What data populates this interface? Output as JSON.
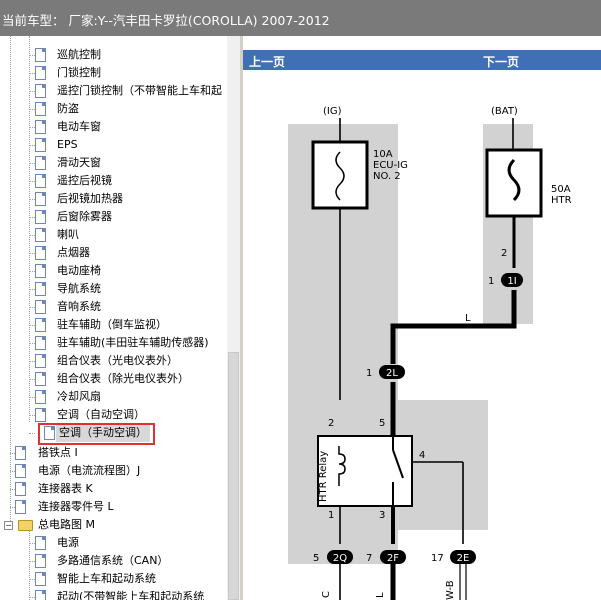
{
  "header": {
    "label": "当前车型：",
    "model": "厂家:Y--汽丰田卡罗拉(COROLLA) 2007-2012"
  },
  "tree": {
    "items": [
      {
        "label": "巡航控制"
      },
      {
        "label": "门锁控制"
      },
      {
        "label": "遥控门锁控制（不带智能上车和起"
      },
      {
        "label": "防盗"
      },
      {
        "label": "电动车窗"
      },
      {
        "label": "EPS"
      },
      {
        "label": "滑动天窗"
      },
      {
        "label": "遥控后视镜"
      },
      {
        "label": "后视镜加热器"
      },
      {
        "label": "后窗除雾器"
      },
      {
        "label": "喇叭"
      },
      {
        "label": "点烟器"
      },
      {
        "label": "电动座椅"
      },
      {
        "label": "导航系统"
      },
      {
        "label": "音响系统"
      },
      {
        "label": "驻车辅助（倒车监视）"
      },
      {
        "label": "驻车辅助(丰田驻车辅助传感器)"
      },
      {
        "label": "组合仪表（光电仪表外）"
      },
      {
        "label": "组合仪表（除光电仪表外）"
      },
      {
        "label": "冷却风扇"
      },
      {
        "label": "空调（自动空调）"
      },
      {
        "label": "空调（手动空调）"
      }
    ],
    "sections": [
      {
        "label": "搭铁点 I"
      },
      {
        "label": "电源（电流流程图）J"
      },
      {
        "label": "连接器表 K"
      },
      {
        "label": "连接器零件号 L"
      },
      {
        "label": "总电路图 M"
      }
    ],
    "subitems": [
      {
        "label": "电源"
      },
      {
        "label": "多路通信系统（CAN）"
      },
      {
        "label": "智能上车和起动系统"
      },
      {
        "label": "起动(不带智能上车和起动系统"
      }
    ]
  },
  "nav": {
    "prev": "上一页",
    "next": "下一页"
  },
  "diagram": {
    "ig": "(IG)",
    "bat": "(BAT)",
    "fuse_ig": [
      "10A",
      "ECU-IG",
      "NO. 2"
    ],
    "fuse_htr": [
      "50A",
      "HTR"
    ],
    "relay": "HTR Relay",
    "connectors": {
      "c1i": "1I",
      "c2l": "2L",
      "c2q": "2Q",
      "c2f": "2F",
      "c2e": "2E"
    },
    "pins": {
      "p_bat2": "2",
      "p_1i": "1",
      "p_2l": "1",
      "p_relay2": "2",
      "p_relay5": "5",
      "p_relay4": "4",
      "p_relay1": "1",
      "p_relay3": "3",
      "p_2q": "5",
      "p_2f": "7",
      "p_2e": "17"
    },
    "wires": {
      "w_l_top": "L",
      "w_c": "C",
      "w_l_bottom": "L",
      "w_wb": "W-B"
    }
  }
}
